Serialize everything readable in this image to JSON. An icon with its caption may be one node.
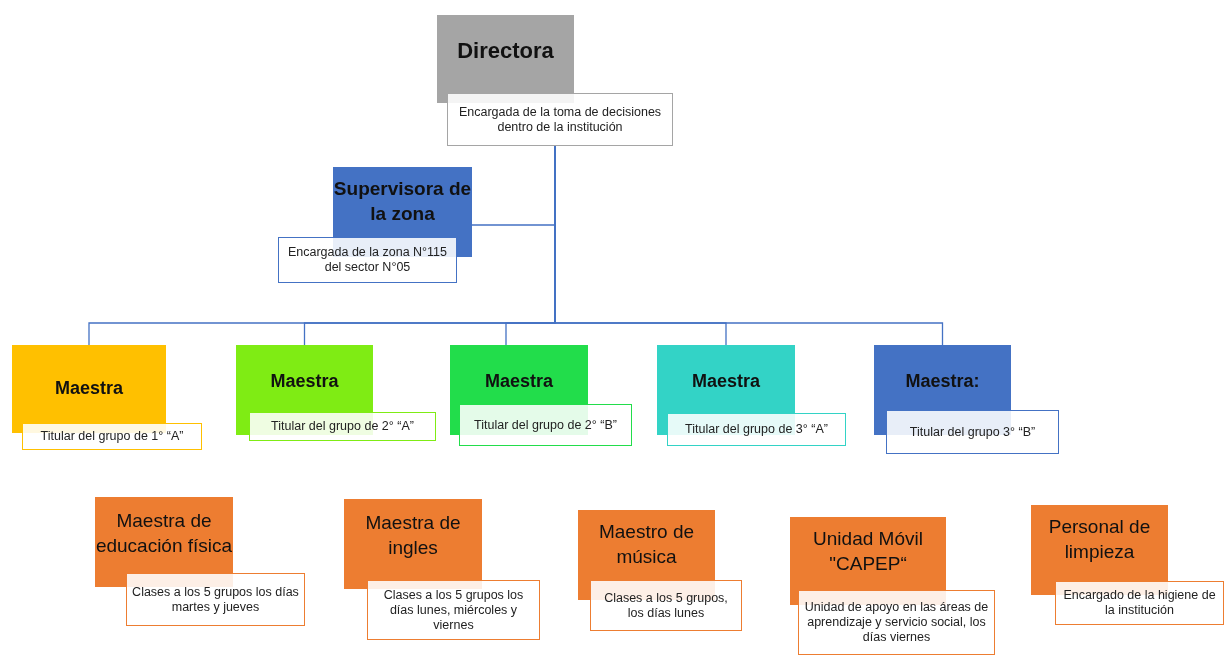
{
  "diagram": {
    "nodes": [
      {
        "text": [
          "Directora",
          "Encargada de la toma de decisiones dentro de la institución"
        ]
      },
      {
        "text": [
          "Supervisora de la zona",
          "Encargada de la zona N°115 del sector N°05"
        ]
      },
      {
        "text": [
          "Maestra",
          "Titular del grupo de 1° “A”"
        ]
      },
      {
        "text": [
          "Maestra",
          "Titular del grupo de 2° “A”"
        ]
      },
      {
        "text": [
          "Maestra",
          "Titular del grupo de 2° “B”"
        ]
      },
      {
        "text": [
          "Maestra",
          "Titular del grupo de 3° “A”"
        ]
      },
      {
        "text": [
          "Maestra:",
          "Titular del grupo 3° “B”"
        ]
      },
      {
        "text": [
          "Maestra de educación física",
          "Clases a los 5 grupos los días martes y jueves"
        ]
      },
      {
        "text": [
          "Maestra de ingles",
          "Clases a los 5 grupos los días lunes, miércoles y viernes"
        ]
      },
      {
        "text": [
          "Maestro de música",
          "Clases a los 5 grupos, los días lunes"
        ]
      },
      {
        "text": [
          "Unidad Móvil \"CAPEP“",
          "Unidad de apoyo en las áreas de aprendizaje y servicio social, los días viernes"
        ]
      },
      {
        "text": [
          "Personal de limpieza",
          "Encargado de la higiene de la institución"
        ]
      }
    ],
    "edges": [
      {
        "from": 0,
        "to": 1,
        "arrow": "none"
      },
      {
        "from": 0,
        "to": 2,
        "arrow": "none"
      },
      {
        "from": 0,
        "to": 3,
        "arrow": "none"
      },
      {
        "from": 0,
        "to": 4,
        "arrow": "none"
      },
      {
        "from": 0,
        "to": 5,
        "arrow": "none"
      },
      {
        "from": 0,
        "to": 6,
        "arrow": "none"
      }
    ]
  }
}
